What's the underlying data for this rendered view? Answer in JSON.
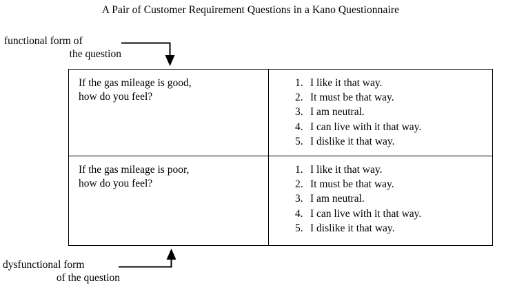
{
  "figure": {
    "title": "A Pair of Customer Requirement Questions in a Kano Questionnaire",
    "background_color": "#ffffff",
    "line_color": "#000000",
    "text_color": "#000000"
  },
  "annotations": {
    "top": {
      "name": "functional-form-label",
      "line_1": "functional form of",
      "line_2": "the question",
      "arrow_direction": "down",
      "points_to": "functional-question-row"
    },
    "bottom": {
      "name": "dysfunctional-form-label",
      "line_1": "dysfunctional form",
      "line_2": "of the question",
      "arrow_direction": "up",
      "points_to": "dysfunctional-question-row"
    }
  },
  "table": {
    "rows": [
      {
        "id": "functional",
        "question": {
          "line_1": "If the gas mileage is good,",
          "line_2": "how do you feel?"
        },
        "answers": [
          {
            "num": "1.",
            "text": "I like it that way."
          },
          {
            "num": "2.",
            "text": "It must be that way."
          },
          {
            "num": "3.",
            "text": "I am neutral."
          },
          {
            "num": "4.",
            "text": "I can live with it that way."
          },
          {
            "num": "5.",
            "text": "I dislike it that way."
          }
        ]
      },
      {
        "id": "dysfunctional",
        "question": {
          "line_1": "If the gas mileage is poor,",
          "line_2": "how do you feel?"
        },
        "answers": [
          {
            "num": "1.",
            "text": "I like it that way."
          },
          {
            "num": "2.",
            "text": "It must be that way."
          },
          {
            "num": "3.",
            "text": "I am neutral."
          },
          {
            "num": "4.",
            "text": "I can live with it that way."
          },
          {
            "num": "5.",
            "text": "I dislike it that way."
          }
        ]
      }
    ]
  }
}
